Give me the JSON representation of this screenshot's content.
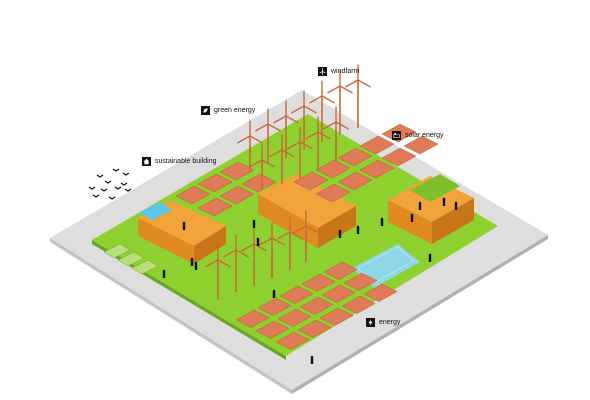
{
  "labels": {
    "windfarm": {
      "text": "windfarm",
      "icon": "wind-turbine-icon"
    },
    "green_energy": {
      "text": "green energy",
      "icon": "leaf-plug-icon"
    },
    "solar_energy": {
      "text": "solar energy",
      "icon": "solar-panel-icon"
    },
    "sustainable_building": {
      "text": "sustainable building",
      "icon": "house-icon"
    },
    "energy": {
      "text": "energy",
      "icon": "lightning-icon"
    }
  },
  "colors": {
    "ground": "#dcdcdc",
    "grass": "#8ed12f",
    "building": "#f2a33a",
    "panel": "#e07b57",
    "water": "#8fd6e6",
    "turbine": "#c96a3a",
    "ink": "#111111"
  }
}
